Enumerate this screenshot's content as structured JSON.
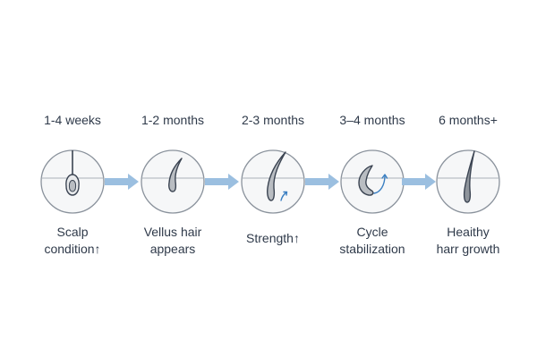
{
  "stages": [
    {
      "time": "1-4 weeks",
      "caption_line1": "Scalp",
      "caption_line2": "condition↑",
      "icon": "hair-follicle-icon"
    },
    {
      "time": "1-2 months",
      "caption_line1": "Vellus hair",
      "caption_line2": "appears",
      "icon": "vellus-hair-icon"
    },
    {
      "time": "2-3 months",
      "caption_line1": "Strength↑",
      "caption_line2": "",
      "icon": "strong-hair-icon"
    },
    {
      "time": "3–4 months",
      "caption_line1": "Cycle",
      "caption_line2": "stabilization",
      "icon": "curled-hair-cycle-icon"
    },
    {
      "time": "6 months+",
      "caption_line1": "Heaithy",
      "caption_line2": "harr growth",
      "icon": "healthy-hair-icon"
    }
  ],
  "colors": {
    "arrow": "#9bbfe0",
    "circle_stroke": "#8a929c",
    "circle_fill": "#f6f7f8",
    "hair_fill": "#b9bdc2",
    "hair_stroke": "#3b4452",
    "accent": "#3a7fc2",
    "text": "#2f3a4a"
  }
}
